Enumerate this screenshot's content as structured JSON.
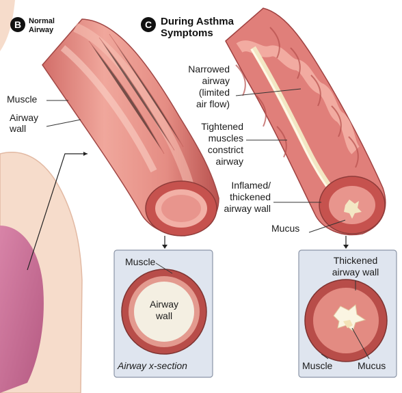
{
  "panel_b": {
    "badge": "B",
    "title_line1": "Normal",
    "title_line2": "Airway",
    "labels": {
      "muscle": "Muscle",
      "airway_wall_line1": "Airway",
      "airway_wall_line2": "wall"
    },
    "cross_section": {
      "muscle": "Muscle",
      "airway_wall_line1": "Airway",
      "airway_wall_line2": "wall",
      "caption": "Airway x-section"
    }
  },
  "panel_c": {
    "badge": "C",
    "title_line1": "During Asthma",
    "title_line2": "Symptoms",
    "labels": {
      "narrowed": [
        "Narrowed",
        "airway",
        "(limited",
        "air flow)"
      ],
      "tightened": [
        "Tightened",
        "muscles",
        "constrict",
        "airway"
      ],
      "inflamed": [
        "Inflamed/",
        "thickened",
        "airway wall"
      ],
      "mucus": "Mucus"
    },
    "cross_section": {
      "thickened_line1": "Thickened",
      "thickened_line2": "airway wall",
      "muscle": "Muscle",
      "mucus": "Mucus"
    }
  },
  "colors": {
    "skin": "#f6dccb",
    "lung": "#c96f96",
    "wall": "#e8958d",
    "wall_dark": "#c9605d",
    "inner": "#f3b5aa",
    "mucus": "#f3e7c4",
    "box": "#dfe5ef"
  }
}
